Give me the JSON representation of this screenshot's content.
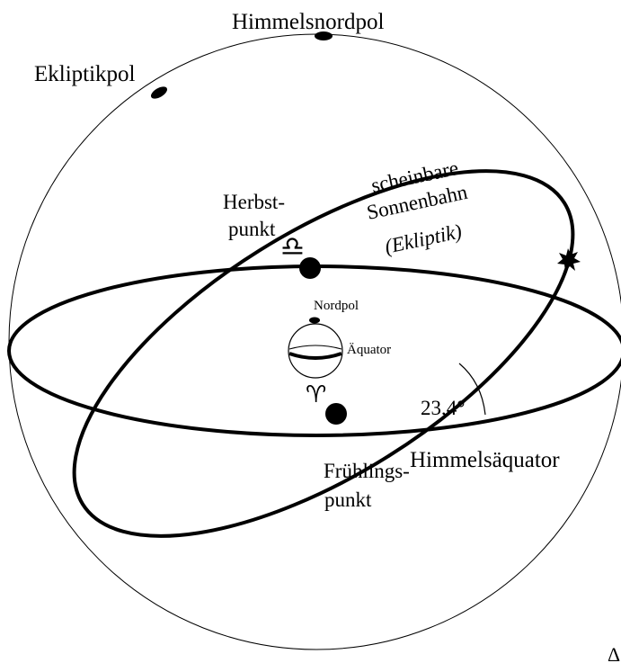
{
  "labels": {
    "celestial_north_pole": "Himmelsnordpol",
    "ecliptic_pole": "Ekliptikpol",
    "apparent_sun_path_line1": "scheinbare",
    "apparent_sun_path_line2": "Sonnenbahn",
    "apparent_sun_path_line3": "(Ekliptik)",
    "autumn_point_line1": "Herbst-",
    "autumn_point_line2": "punkt",
    "north_pole": "Nordpol",
    "equator": "Äquator",
    "angle": "23,4°",
    "spring_point_line1": "Frühlings-",
    "spring_point_line2": "punkt",
    "celestial_equator": "Himmelsäquator",
    "corner_glyph": "Δ"
  },
  "symbols": {
    "libra": "♎",
    "aries": "♈"
  },
  "colors": {
    "ink": "#000000",
    "background": "#ffffff"
  }
}
